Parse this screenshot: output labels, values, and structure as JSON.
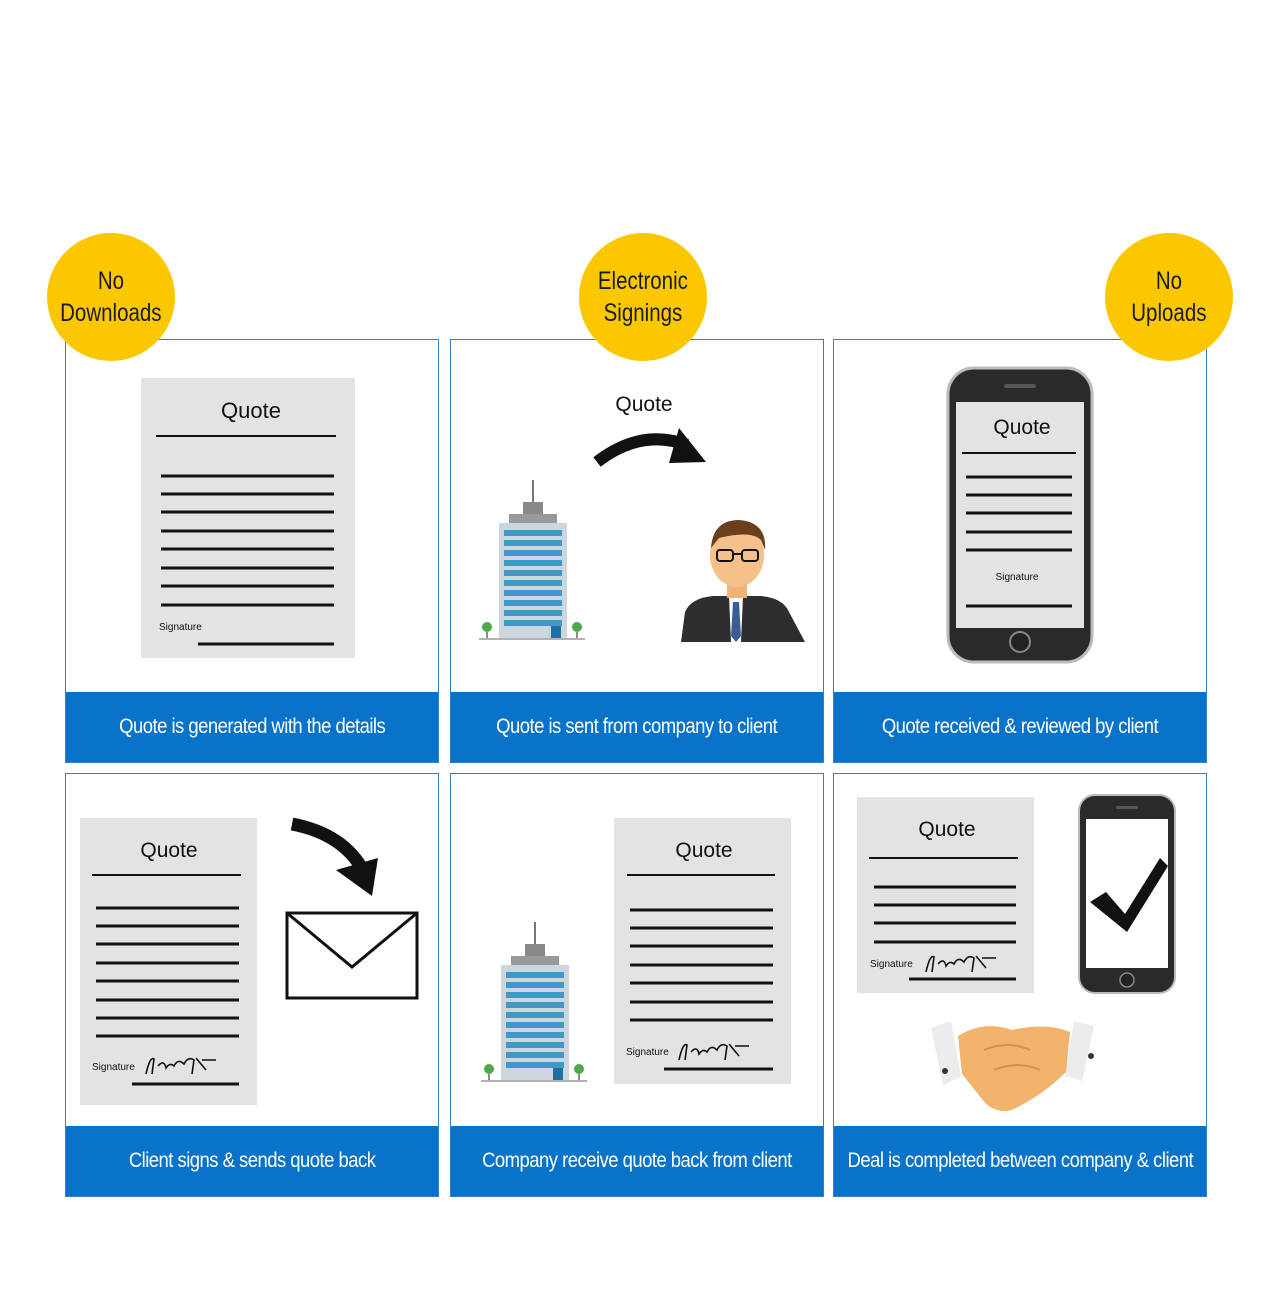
{
  "badges": [
    {
      "line1": "No",
      "line2": "Downloads"
    },
    {
      "line1": "Electronic",
      "line2": "Signings"
    },
    {
      "line1": "No",
      "line2": "Uploads"
    }
  ],
  "steps": [
    {
      "caption": "Quote is generated with the details"
    },
    {
      "caption": "Quote is sent from company to client"
    },
    {
      "caption": "Quote received & reviewed by client"
    },
    {
      "caption": "Client signs & sends quote back"
    },
    {
      "caption": "Company receive quote back from client"
    },
    {
      "caption": "Deal is completed between company & client"
    }
  ],
  "document": {
    "title": "Quote",
    "signature_label": "Signature",
    "signature_name": "LaraCroft"
  },
  "colors": {
    "badge": "#fbc800",
    "caption_bar": "#0873c9",
    "panel_border": "#2f7fcf",
    "paper": "#e3e3e3"
  }
}
